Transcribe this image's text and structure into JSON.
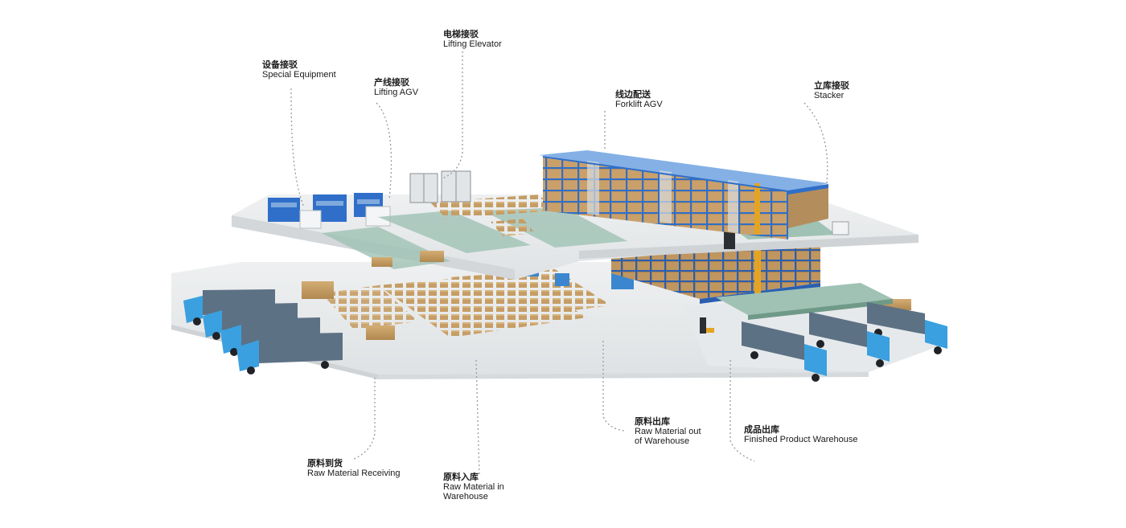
{
  "colors": {
    "floor": "#e8eaeb",
    "floor_edge": "#c9cdd0",
    "rack_blue": "#2f6fc9",
    "box": "#c9a36b",
    "box_dark": "#a9824a",
    "truck_cab": "#3aa0e0",
    "truck_cargo": "#5d7184",
    "conveyor": "#8fb8a8",
    "leader_line": "#9a9a9a"
  },
  "labels": {
    "special_equipment": {
      "zh": "设备接驳",
      "en": "Special Equipment"
    },
    "lifting_agv": {
      "zh": "产线接驳",
      "en": "Lifting AGV"
    },
    "lifting_elevator": {
      "zh": "电梯接驳",
      "en": "Lifting Elevator"
    },
    "forklift_agv": {
      "zh": "线边配送",
      "en": "Forklift AGV"
    },
    "stacker": {
      "zh": "立库接驳",
      "en": "Stacker"
    },
    "raw_material_receiving": {
      "zh": "原料到货",
      "en": "Raw Material Receiving"
    },
    "raw_material_in": {
      "zh": "原料入库",
      "en": "Raw Material in\nWarehouse"
    },
    "raw_material_out": {
      "zh": "原料出库",
      "en": "Raw Material out\nof Warehouse"
    },
    "finished_product": {
      "zh": "成品出库",
      "en": "Finished Product Warehouse"
    }
  },
  "icons": [
    "truck-icon",
    "forklift-icon",
    "agv-icon",
    "robot-arm-icon",
    "elevator-icon",
    "rack-icon",
    "conveyor-icon"
  ]
}
